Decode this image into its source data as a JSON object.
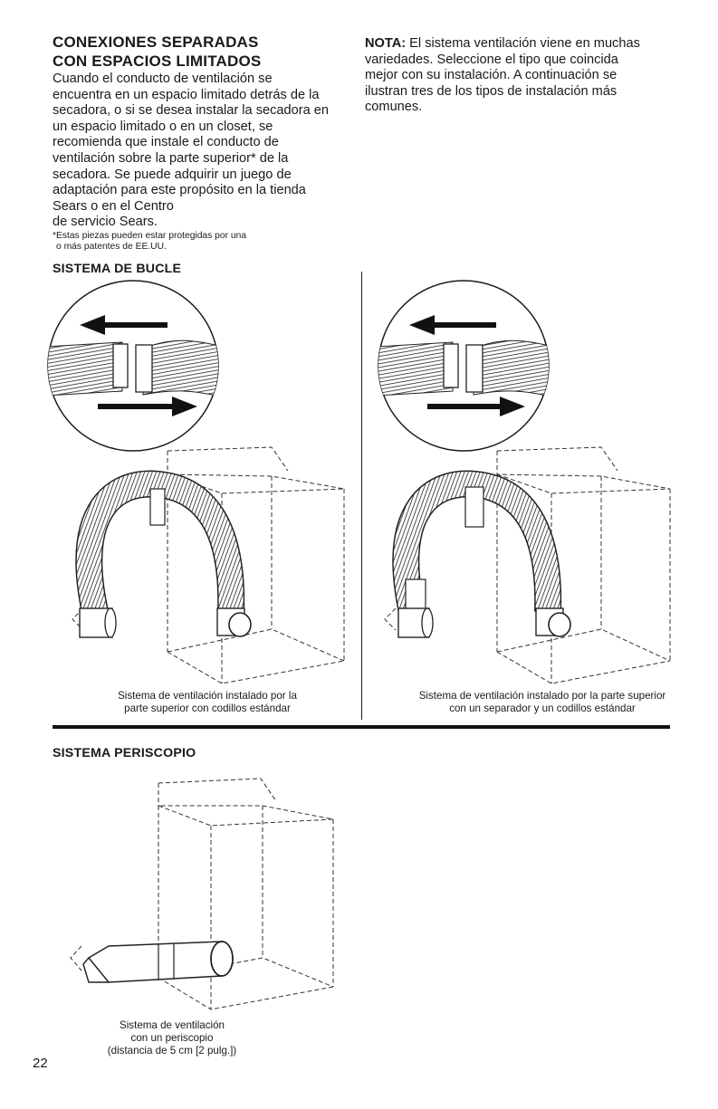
{
  "left_column": {
    "heading": [
      "CONEXIONES SEPARADAS",
      "CON ESPACIOS LIMITADOS"
    ],
    "paragraph": [
      "Cuando el conducto de ventilación se",
      "encuentra en un espacio limitado detrás de la",
      "secadora, o si se desea instalar la secadora en",
      "un espacio limitado o en un closet, se",
      "recomienda que instale el conducto de",
      "ventilación sobre la parte superior* de la",
      "secadora. Se puede adquirir un juego de",
      "adaptación para este propósito en la tienda",
      "Sears o en el Centro",
      "de servicio Sears."
    ],
    "footnote": [
      "*Estas piezas pueden estar protegidas por una",
      "o más patentes de EE.UU."
    ]
  },
  "right_column": {
    "note_label": "NOTA:",
    "note_first": " El sistema ventilación viene en muchas",
    "note_rest": [
      "variedades. Seleccione el tipo que coincida",
      "mejor con su instalación. A continuación se",
      "ilustran tres de los tipos de instalación más",
      "comunes."
    ]
  },
  "loop_section": {
    "title": "SISTEMA DE BUCLE",
    "caption_left": [
      "Sistema de ventilación instalado por la",
      "parte superior con codillos estándar"
    ],
    "caption_right": [
      "Sistema de ventilación instalado por la parte superior",
      "con un separador y un codillos estándar"
    ]
  },
  "periscope_section": {
    "title": "SISTEMA PERISCOPIO",
    "caption": [
      "Sistema de ventilación",
      "con un periscopio",
      "(distancia de 5 cm [2 pulg.])"
    ]
  },
  "page_number": "22",
  "colors": {
    "ink": "#1a1a1a",
    "background": "#ffffff"
  }
}
